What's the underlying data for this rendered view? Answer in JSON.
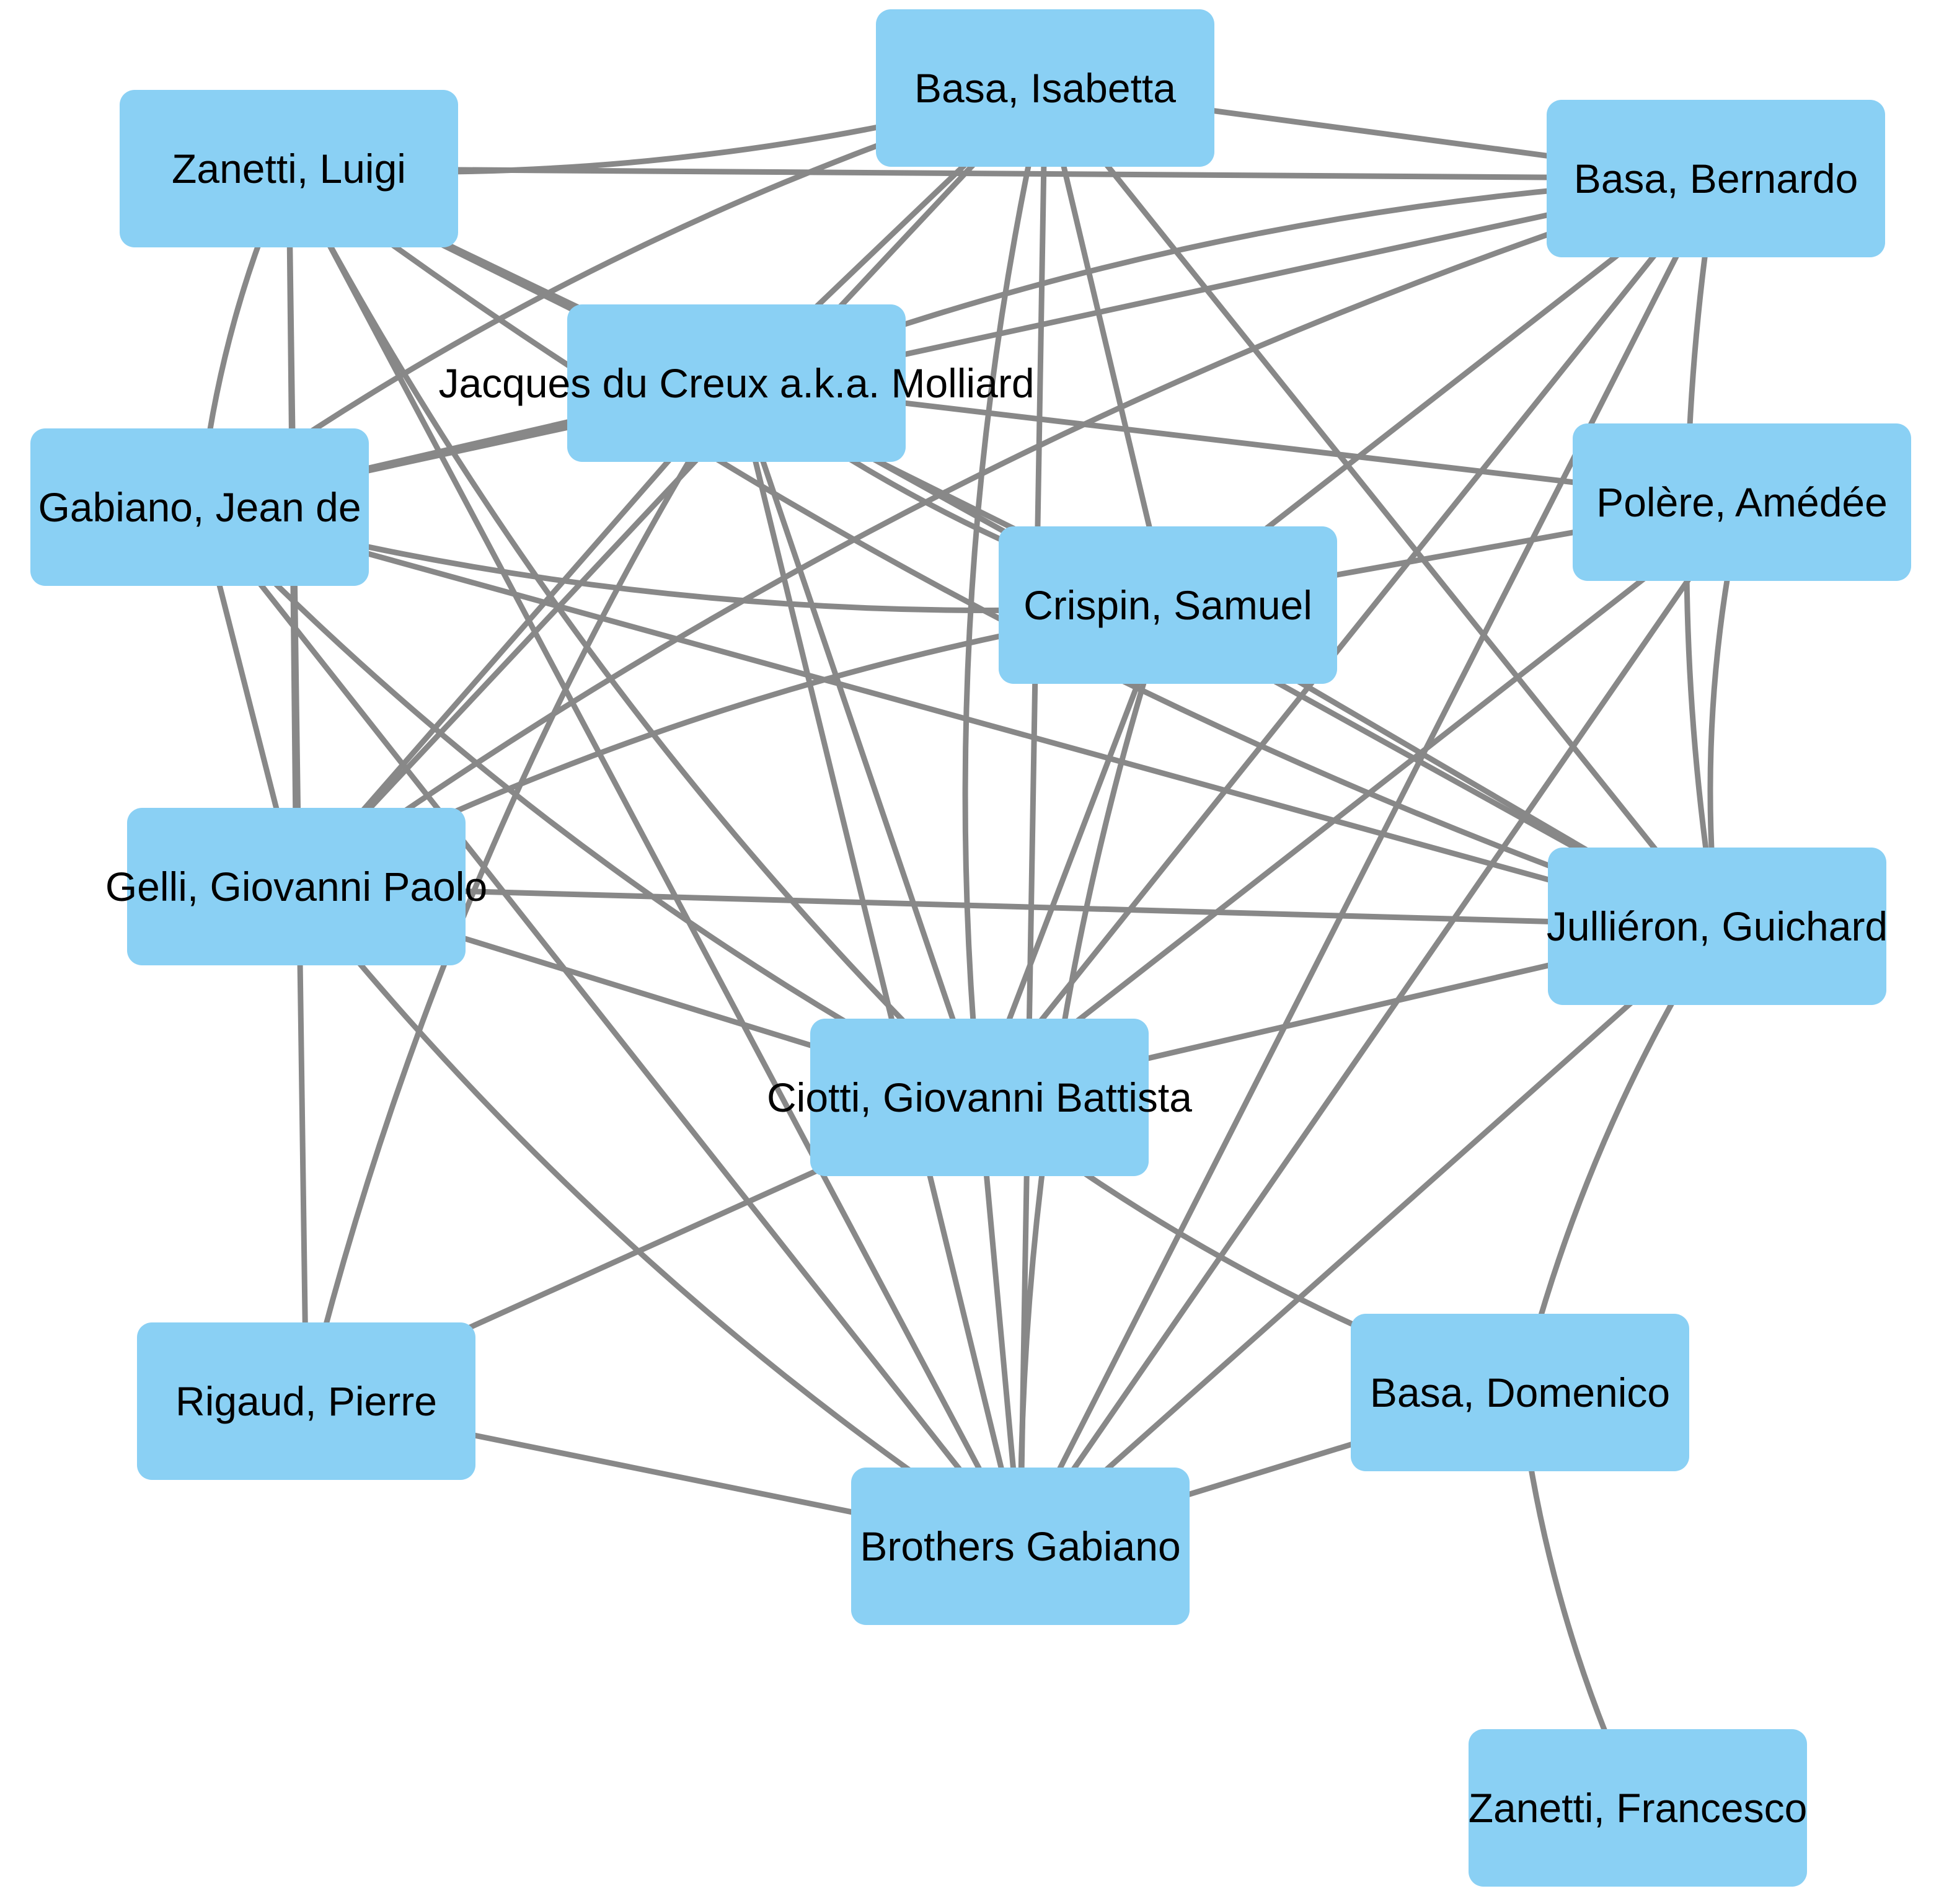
{
  "graph": {
    "node_color": "#8ad0f4",
    "edge_color": "#888888",
    "nodes": [
      {
        "id": "zanetti_luigi",
        "label": "Zanetti, Luigi"
      },
      {
        "id": "basa_isabetta",
        "label": "Basa, Isabetta"
      },
      {
        "id": "basa_bernardo",
        "label": "Basa, Bernardo"
      },
      {
        "id": "molliard",
        "label": "Jacques du Creux a.k.a. Molliard"
      },
      {
        "id": "gabiano_jean",
        "label": "Gabiano, Jean de"
      },
      {
        "id": "polere",
        "label": "Polère, Amédée"
      },
      {
        "id": "crispin",
        "label": "Crispin, Samuel"
      },
      {
        "id": "gelli",
        "label": "Gelli, Giovanni Paolo"
      },
      {
        "id": "jullieron",
        "label": "Julliéron, Guichard"
      },
      {
        "id": "ciotti",
        "label": "Ciotti, Giovanni Battista"
      },
      {
        "id": "rigaud",
        "label": "Rigaud, Pierre"
      },
      {
        "id": "basa_domenico",
        "label": "Basa, Domenico"
      },
      {
        "id": "brothers_gabiano",
        "label": "Brothers Gabiano"
      },
      {
        "id": "zanetti_francesco",
        "label": "Zanetti, Francesco"
      }
    ],
    "edges": [
      [
        "zanetti_luigi",
        "basa_isabetta"
      ],
      [
        "zanetti_luigi",
        "basa_bernardo"
      ],
      [
        "zanetti_luigi",
        "molliard"
      ],
      [
        "zanetti_luigi",
        "gabiano_jean"
      ],
      [
        "zanetti_luigi",
        "gelli"
      ],
      [
        "zanetti_luigi",
        "rigaud"
      ],
      [
        "zanetti_luigi",
        "ciotti"
      ],
      [
        "zanetti_luigi",
        "brothers_gabiano"
      ],
      [
        "zanetti_luigi",
        "crispin"
      ],
      [
        "zanetti_luigi",
        "jullieron"
      ],
      [
        "basa_isabetta",
        "basa_bernardo"
      ],
      [
        "basa_isabetta",
        "molliard"
      ],
      [
        "basa_isabetta",
        "gabiano_jean"
      ],
      [
        "basa_isabetta",
        "gelli"
      ],
      [
        "basa_isabetta",
        "crispin"
      ],
      [
        "basa_isabetta",
        "ciotti"
      ],
      [
        "basa_isabetta",
        "brothers_gabiano"
      ],
      [
        "basa_isabetta",
        "jullieron"
      ],
      [
        "basa_bernardo",
        "molliard"
      ],
      [
        "basa_bernardo",
        "gabiano_jean"
      ],
      [
        "basa_bernardo",
        "crispin"
      ],
      [
        "basa_bernardo",
        "gelli"
      ],
      [
        "basa_bernardo",
        "ciotti"
      ],
      [
        "basa_bernardo",
        "brothers_gabiano"
      ],
      [
        "basa_bernardo",
        "jullieron"
      ],
      [
        "molliard",
        "gabiano_jean"
      ],
      [
        "molliard",
        "polere"
      ],
      [
        "molliard",
        "crispin"
      ],
      [
        "molliard",
        "gelli"
      ],
      [
        "molliard",
        "ciotti"
      ],
      [
        "molliard",
        "rigaud"
      ],
      [
        "molliard",
        "brothers_gabiano"
      ],
      [
        "molliard",
        "jullieron"
      ],
      [
        "gabiano_jean",
        "crispin"
      ],
      [
        "gabiano_jean",
        "gelli"
      ],
      [
        "gabiano_jean",
        "jullieron"
      ],
      [
        "gabiano_jean",
        "ciotti"
      ],
      [
        "gabiano_jean",
        "brothers_gabiano"
      ],
      [
        "polere",
        "crispin"
      ],
      [
        "polere",
        "jullieron"
      ],
      [
        "polere",
        "ciotti"
      ],
      [
        "polere",
        "brothers_gabiano"
      ],
      [
        "crispin",
        "gelli"
      ],
      [
        "crispin",
        "jullieron"
      ],
      [
        "crispin",
        "ciotti"
      ],
      [
        "crispin",
        "brothers_gabiano"
      ],
      [
        "gelli",
        "jullieron"
      ],
      [
        "gelli",
        "ciotti"
      ],
      [
        "gelli",
        "brothers_gabiano"
      ],
      [
        "jullieron",
        "ciotti"
      ],
      [
        "jullieron",
        "brothers_gabiano"
      ],
      [
        "jullieron",
        "basa_domenico"
      ],
      [
        "ciotti",
        "rigaud"
      ],
      [
        "ciotti",
        "brothers_gabiano"
      ],
      [
        "ciotti",
        "basa_domenico"
      ],
      [
        "rigaud",
        "brothers_gabiano"
      ],
      [
        "basa_domenico",
        "brothers_gabiano"
      ],
      [
        "basa_domenico",
        "zanetti_francesco"
      ]
    ]
  }
}
